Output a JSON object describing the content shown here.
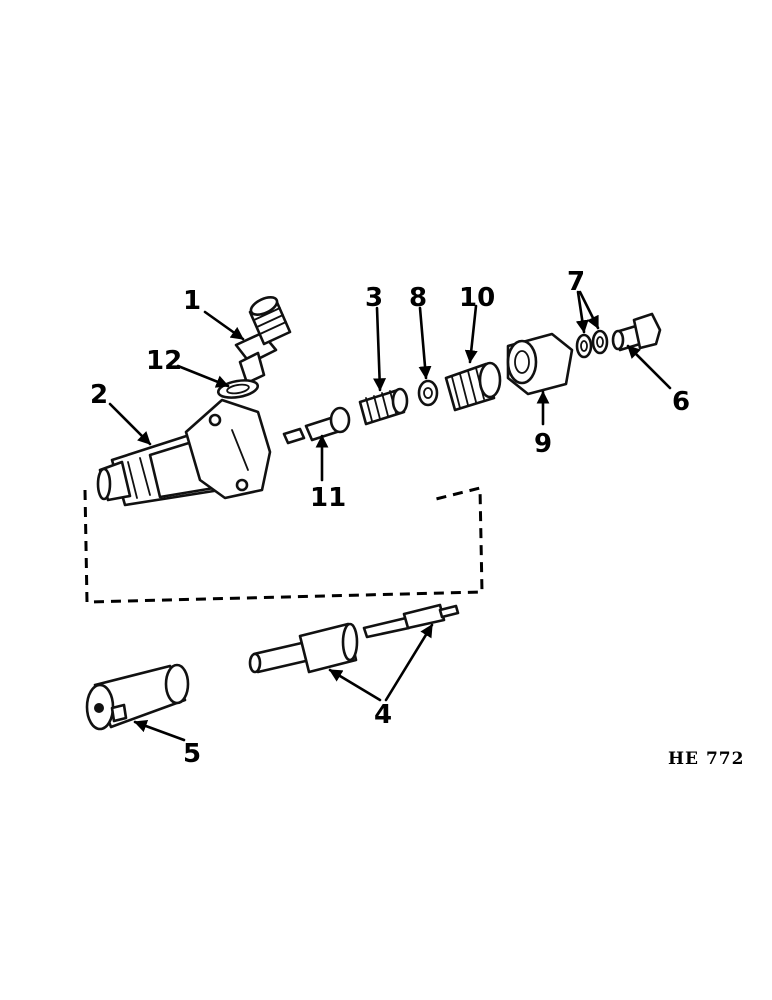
{
  "figure_code": "HE 772",
  "callouts": {
    "c1": "1",
    "c2": "2",
    "c3": "3",
    "c4": "4",
    "c5": "5",
    "c6": "6",
    "c7": "7",
    "c8": "8",
    "c9": "9",
    "c10": "10",
    "c11": "11",
    "c12": "12"
  }
}
